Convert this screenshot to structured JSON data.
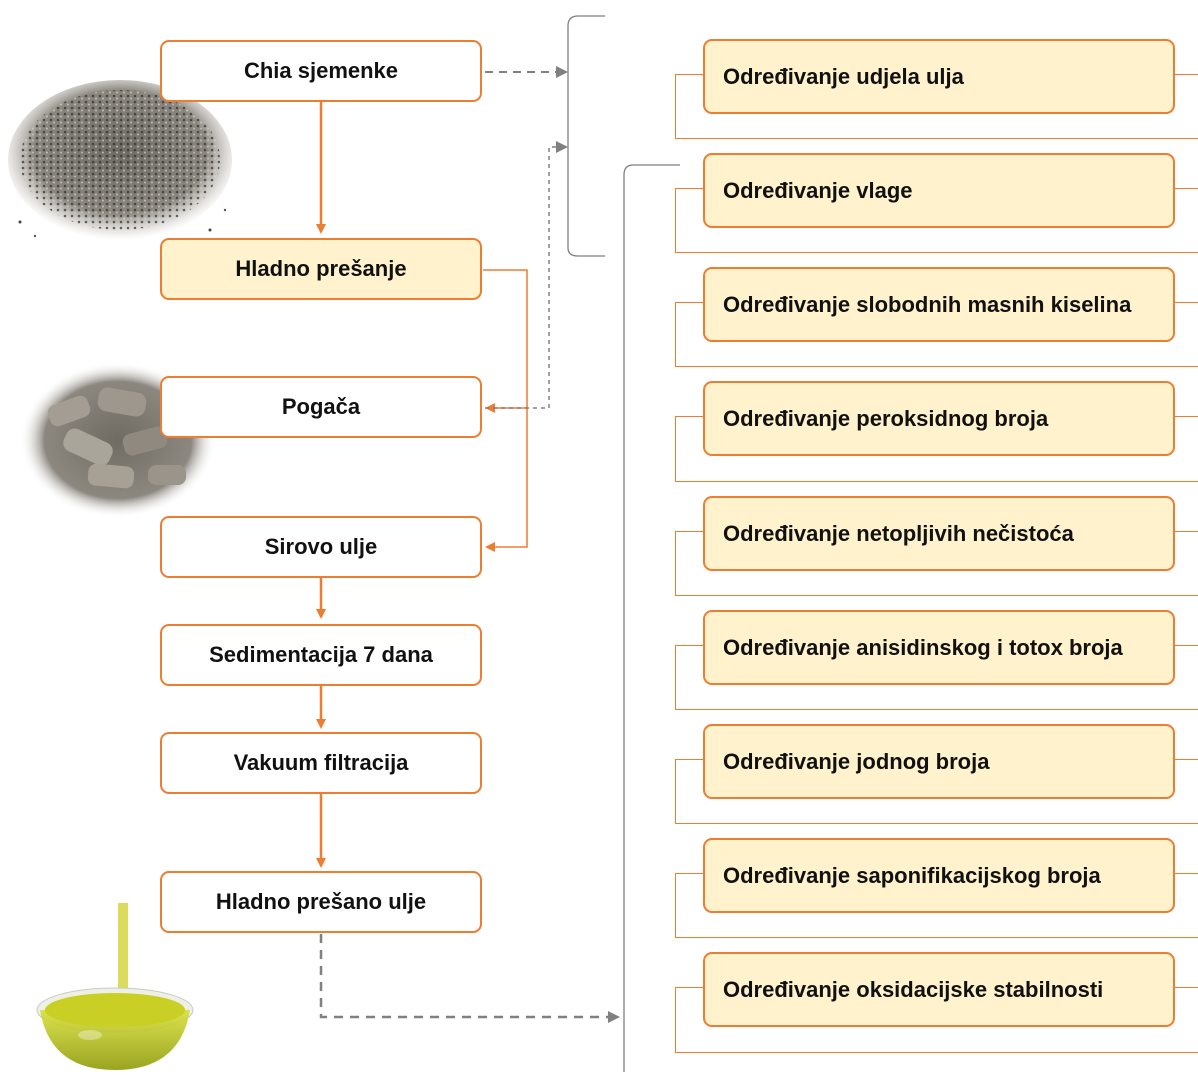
{
  "process": {
    "chia_seeds": "Chia sjemenke",
    "cold_pressing": "Hladno prešanje",
    "press_cake": "Pogača",
    "crude_oil": "Sirovo ulje",
    "sedimentation": "Sedimentacija 7 dana",
    "vacuum_filtration": "Vakuum filtracija",
    "cold_pressed_oil": "Hladno prešano ulje"
  },
  "analyses": [
    "Određivanje udjela ulja",
    "Određivanje vlage",
    "Određivanje slobodnih masnih kiselina",
    "Određivanje peroksidnog broja",
    "Određivanje netopljivih nečistoća",
    "Određivanje anisidinskog i totox broja",
    "Određivanje jodnog broja",
    "Određivanje saponifikacijskog broja",
    "Određivanje oksidacijske stabilnosti"
  ],
  "colors": {
    "accent": "#ED7D31",
    "box_fill": "#FFF2CC",
    "dashed_arrow": "#808080"
  },
  "icons": [
    "chia-seeds-photo",
    "press-cake-photo",
    "oil-bowl-photo"
  ]
}
